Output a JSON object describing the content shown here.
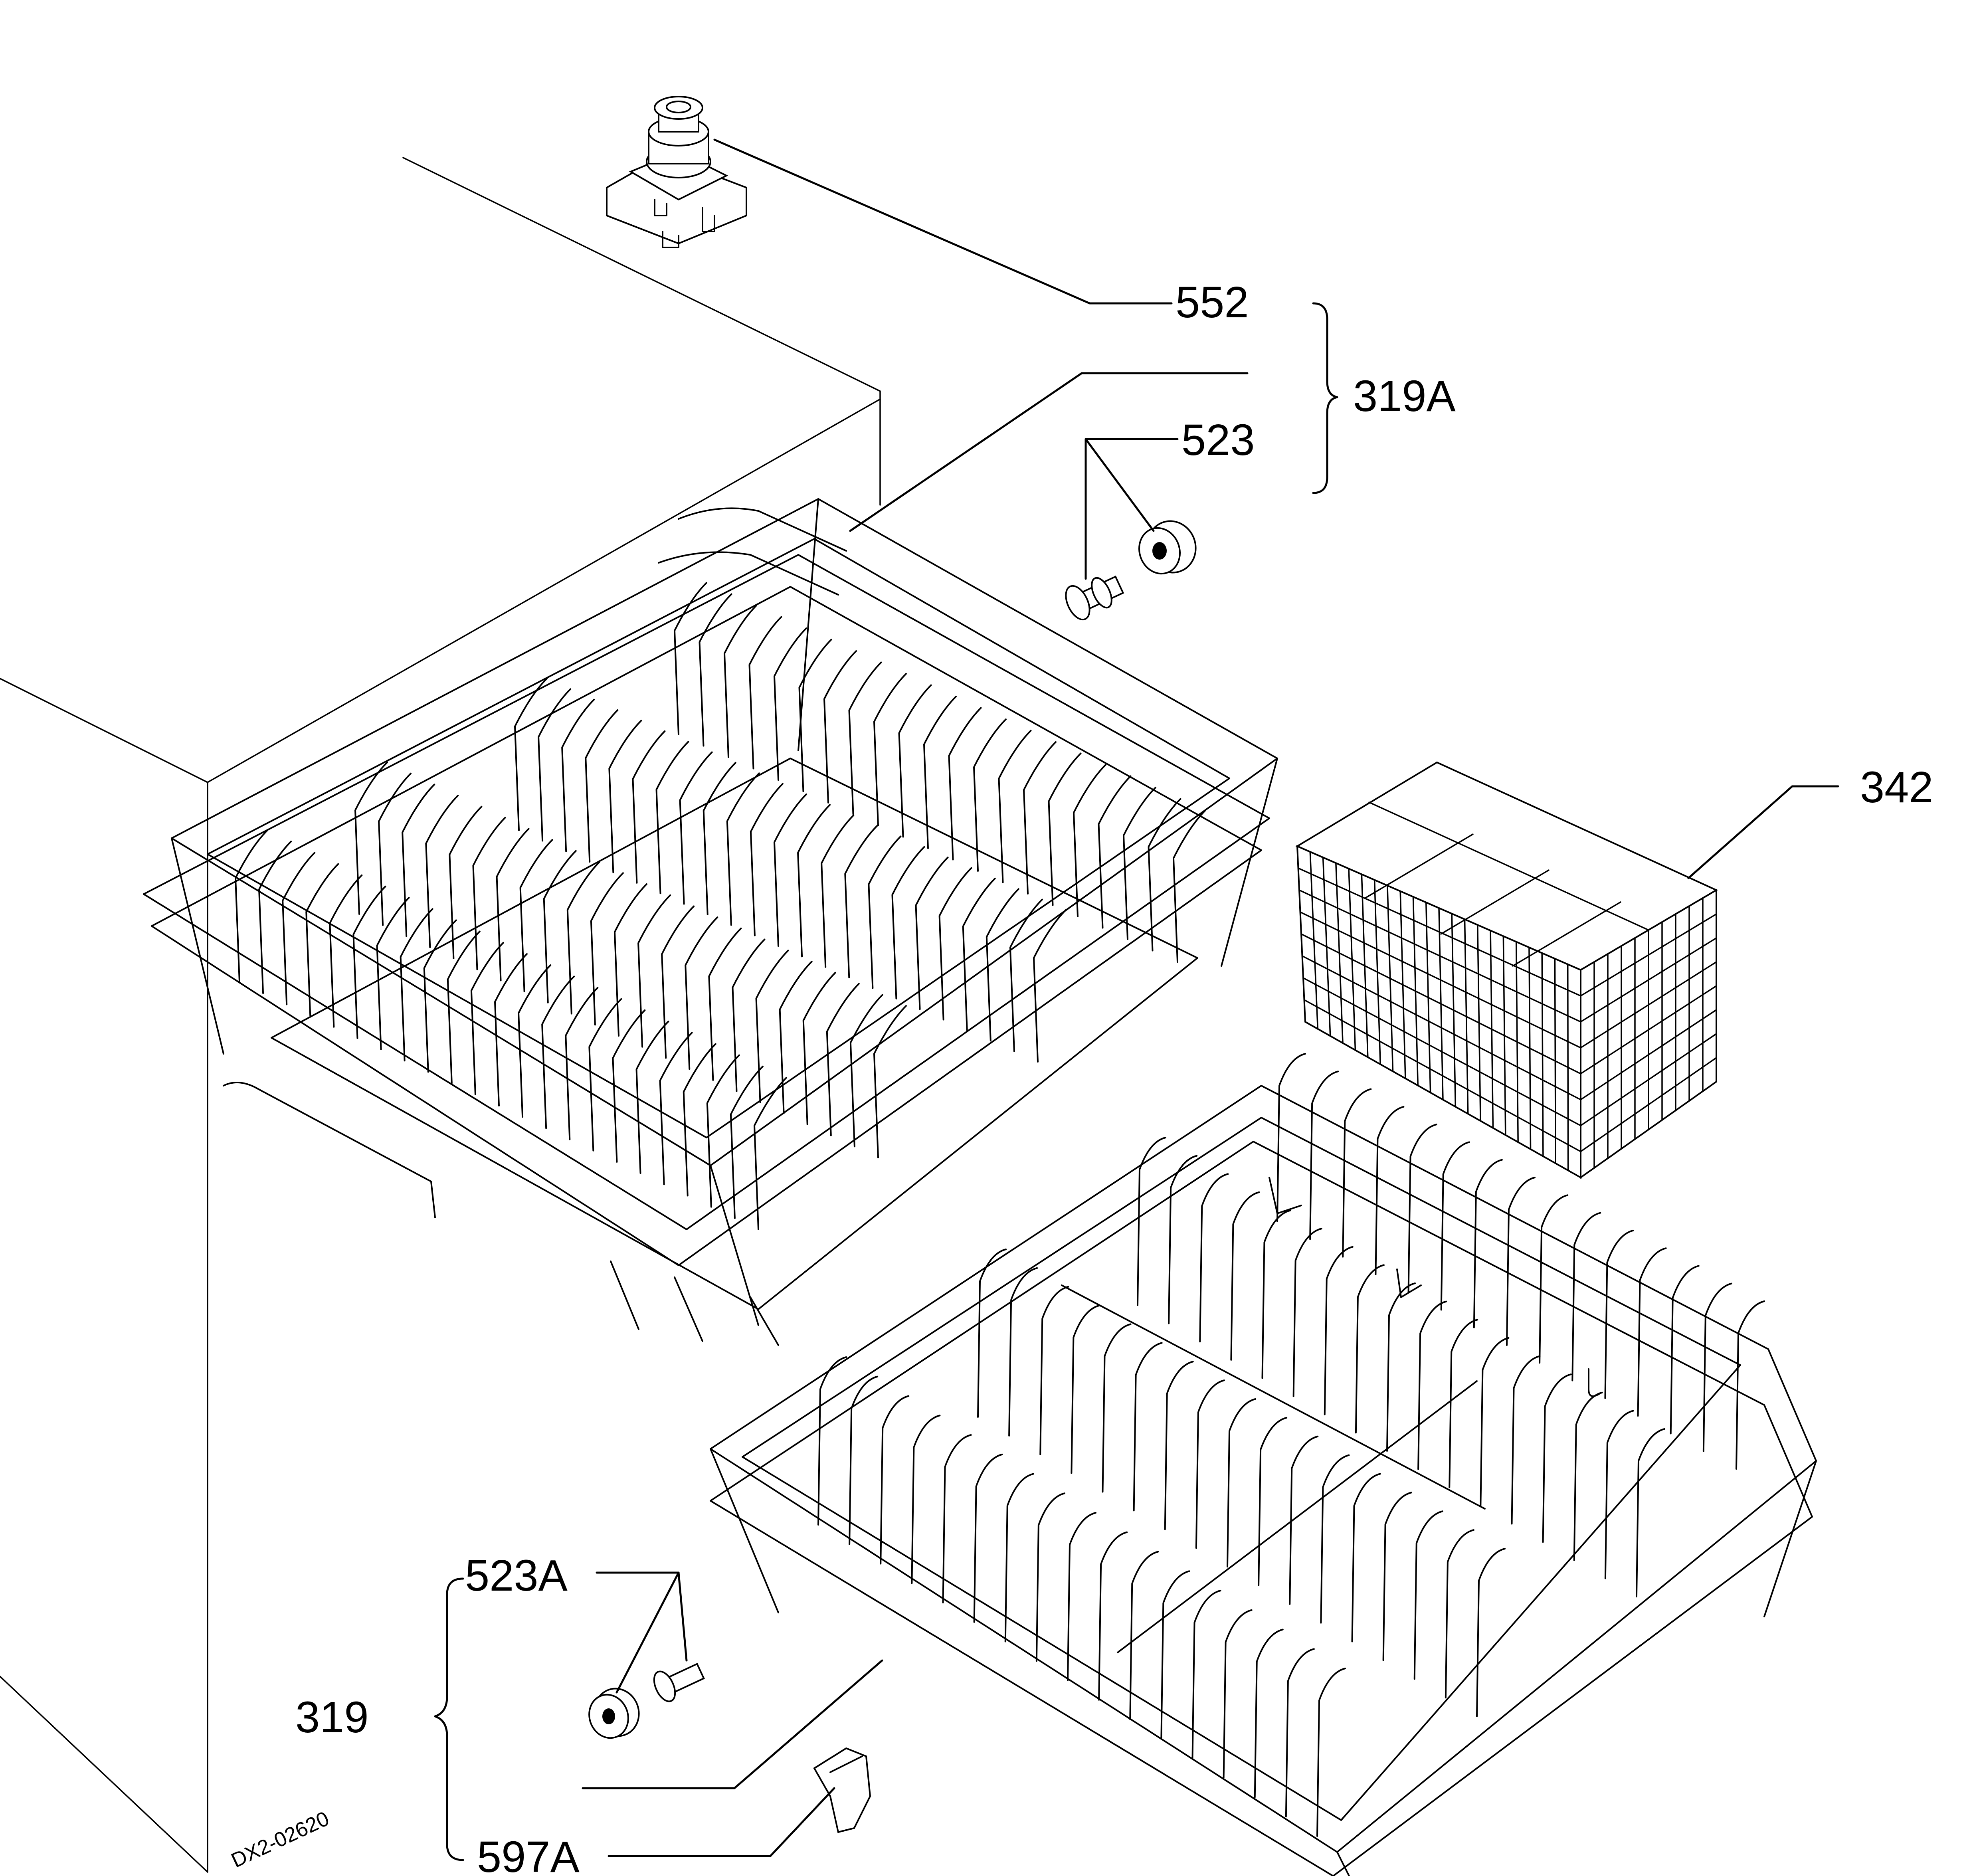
{
  "labels": {
    "l552": "552",
    "l319a": "319A",
    "l523": "523",
    "l342": "342",
    "l523a": "523A",
    "l319": "319",
    "l597a": "597A",
    "drawing_code": "DX2-02620"
  },
  "colors": {
    "ink": "#000000",
    "paper": "#ffffff"
  },
  "icons": [
    "mounting-bracket-icon",
    "roller-wheel-icon",
    "axle-pin-icon",
    "rack-stop-clip-icon"
  ]
}
